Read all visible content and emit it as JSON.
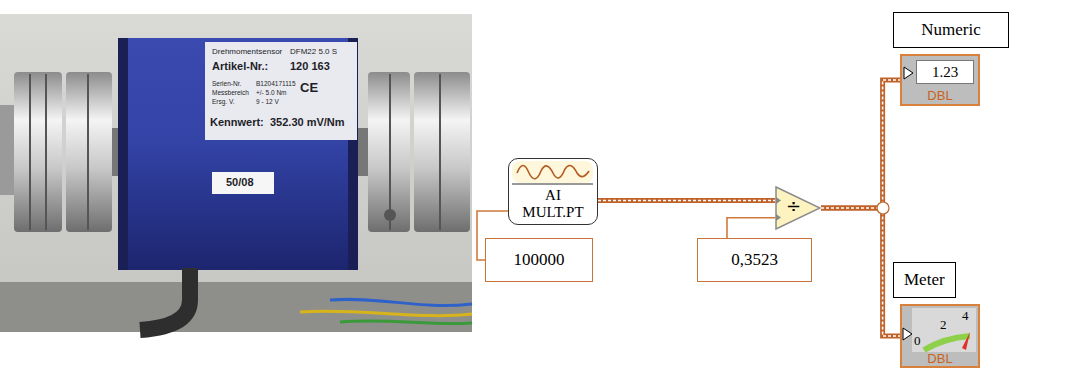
{
  "diagram": {
    "nodes": [
      {
        "text": [
          "AI MULT.PT"
        ]
      },
      {
        "text": [
          "100000"
        ]
      },
      {
        "text": [
          "0,3523"
        ]
      },
      {
        "text": [
          "÷"
        ]
      },
      {
        "text": [
          "Numeric",
          "1.23",
          "DBL"
        ]
      },
      {
        "text": [
          "Meter",
          "0",
          "2",
          "4",
          "DBL"
        ]
      }
    ],
    "edges": [
      {
        "from": 1,
        "to": 0,
        "arrow": "none"
      },
      {
        "from": 0,
        "to": 3,
        "arrow": "none"
      },
      {
        "from": 2,
        "to": 3,
        "arrow": "none"
      },
      {
        "from": 3,
        "to": 4,
        "arrow": "none"
      },
      {
        "from": 3,
        "to": 5,
        "arrow": "none"
      }
    ],
    "labels": [
      "Drehmomentsensor",
      "DFM22 5.0 S",
      "Artikel-Nr.:",
      "120 163",
      "Serien-Nr.",
      "B1204171115",
      "Messbereich",
      "+/- 5.0 Nm",
      "Ersg. V.",
      "9 - 12 V",
      "CE",
      "Kennwert:",
      "352.30 mV/Nm",
      "50/08"
    ]
  }
}
